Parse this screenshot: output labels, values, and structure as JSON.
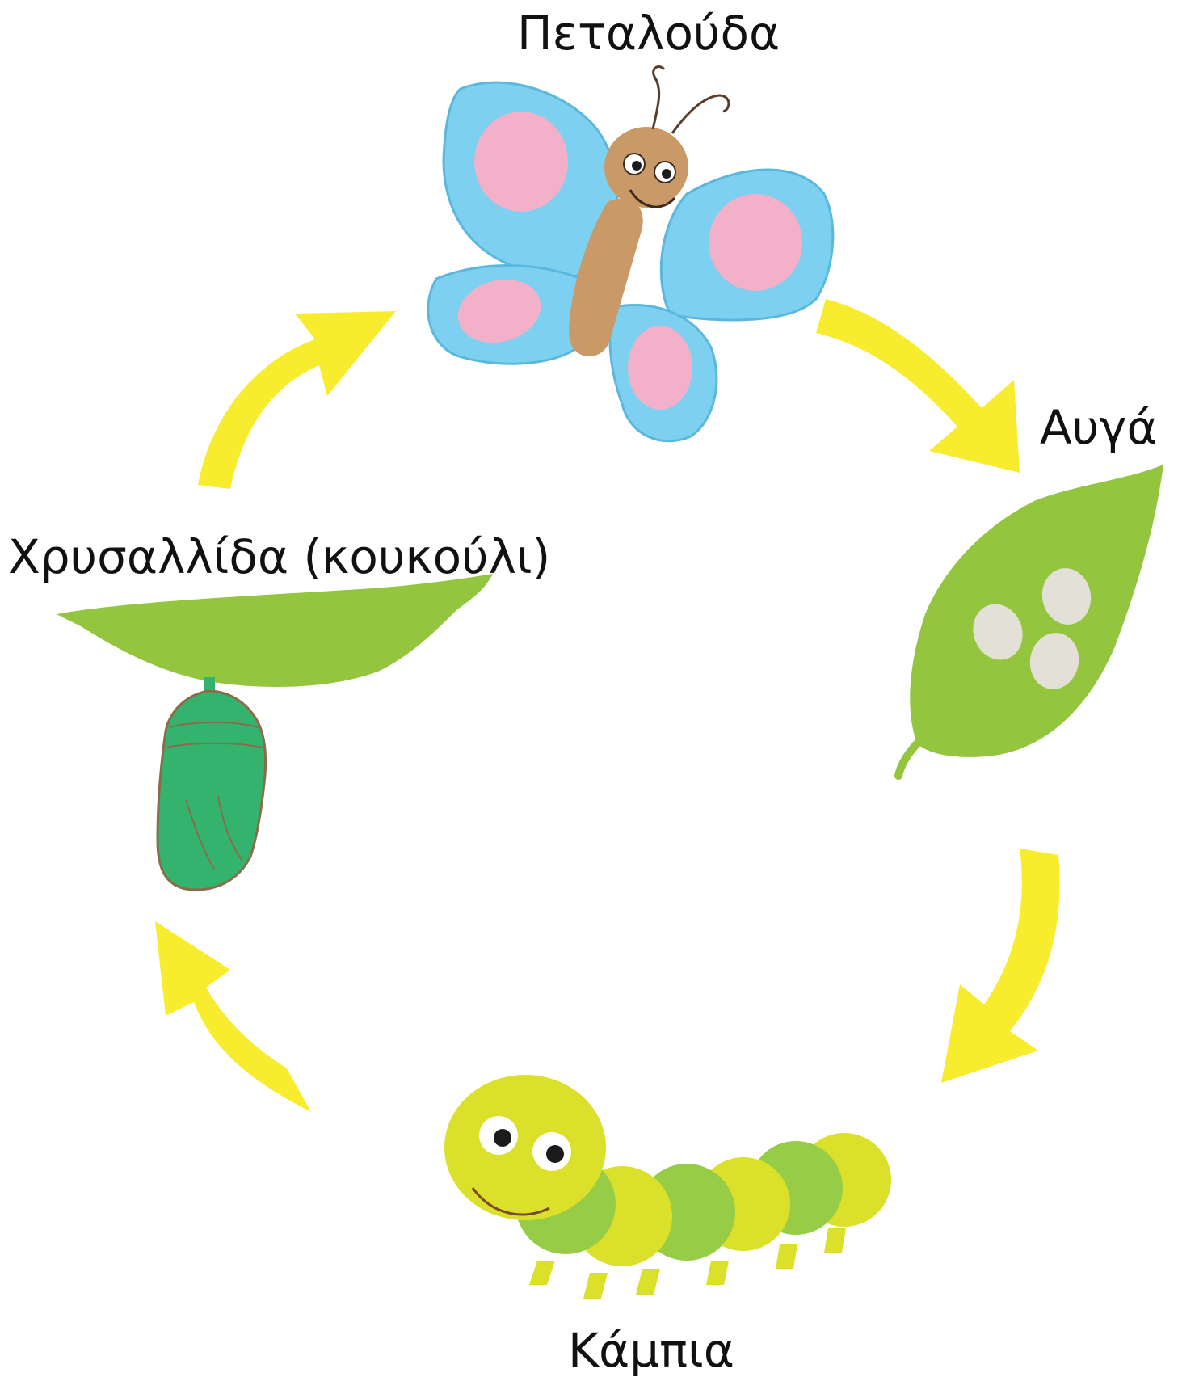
{
  "diagram": {
    "stages": {
      "butterfly": "Πεταλούδα",
      "eggs": "Αυγά",
      "caterpillar": "Κάμπια",
      "chrysalis": "Χρυσαλλίδα (κουκούλι)"
    },
    "colors": {
      "arrow": "#f7ec2e",
      "wing": "#7dd0f0",
      "wing_spot": "#f2b0c9",
      "butterfly_body": "#c99a67",
      "leaf": "#94c53e",
      "egg": "#e3e0d8",
      "chrysalis": "#34b36f",
      "caterpillar_light": "#dbe02a",
      "caterpillar_dark": "#96cc46"
    }
  }
}
